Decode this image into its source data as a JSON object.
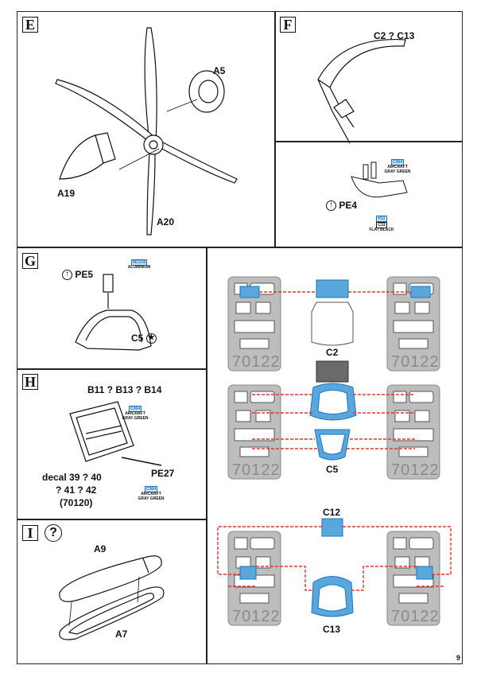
{
  "page_number": "9",
  "panels": {
    "E": {
      "letter": "E",
      "parts": {
        "a5": "A5",
        "a19": "A19",
        "a20": "A20"
      }
    },
    "F": {
      "letter": "F",
      "title": "C2 ? C13",
      "pe4": "PE4",
      "paint1": {
        "code": "C364",
        "name": "AIRCRAFT GRAY GREEN"
      },
      "paint2": {
        "code_a": "H12",
        "code_b": "C33",
        "name": "FLAT BLACK"
      }
    },
    "G": {
      "letter": "G",
      "pe5": "PE5",
      "c5": "C5",
      "paint": {
        "code": "MC218",
        "name": "ALUMINIUM"
      }
    },
    "H": {
      "letter": "H",
      "title": "B11 ? B13 ? B14",
      "paint1": {
        "code": "C364",
        "name": "AIRCRAFT GRAY GREEN"
      },
      "paint2": {
        "code": "C364",
        "name": "AIRCRAFT GRAY GREEN"
      },
      "pe27": "PE27",
      "decal_line1": "decal 39 ? 40",
      "decal_line2": "? 41 ? 42",
      "decal_line3": "(70120)"
    },
    "I": {
      "letter": "I",
      "a9": "A9",
      "a7": "A7"
    },
    "masks": {
      "c2": "C2",
      "c5": "C5",
      "c12": "C12",
      "c13": "C13",
      "fret_number": "70122"
    }
  },
  "colors": {
    "mask_blue": "#5aa7dd",
    "fret_gray": "#bdbdbd",
    "dash_red": "#e0362c"
  }
}
